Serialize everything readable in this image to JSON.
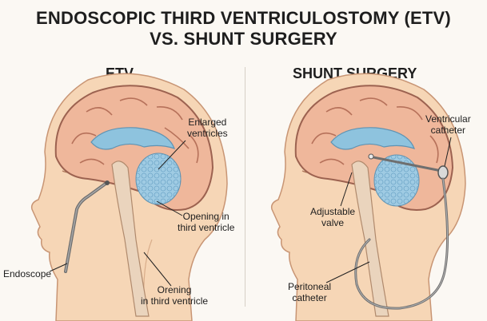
{
  "title": {
    "line1": "ENDOSCOPIC THIRD VENTRICULOSTOMY (ETV)",
    "line2": "VS. SHUNT SURGERY"
  },
  "sections": {
    "left": "ETV",
    "right": "SHUNT SURGERY"
  },
  "labels": {
    "enlarged_line1": "Enlarged",
    "enlarged_line2": "ventricles",
    "opening_line1": "Opening in",
    "opening_line2": "third ventricle",
    "endoscope": "Endoscope",
    "orening_line1": "Orening",
    "orening_line2": "in third ventricle",
    "ventricular_line1": "Ventricular",
    "ventricular_line2": "catheter",
    "valve_line1": "Adjustable",
    "valve_line2": "valve",
    "peritoneal_line1": "Peritoneal",
    "peritoneal_line2": "catheter"
  },
  "colors": {
    "skin": "#f6d6b6",
    "skin_outline": "#c89574",
    "brain": "#efb79b",
    "brain_outline": "#9c6250",
    "ventricle": "#8ec3de",
    "tube": "#6f6f6f",
    "background": "#fbf8f3"
  }
}
